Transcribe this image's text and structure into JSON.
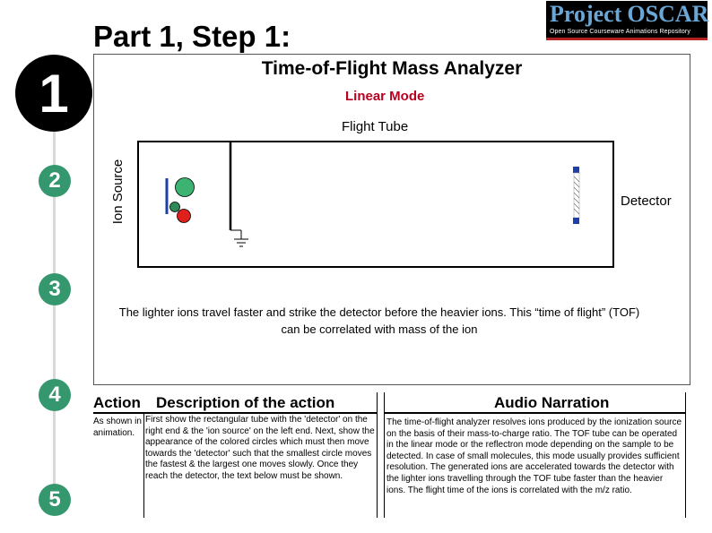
{
  "page_title": "Part 1, Step 1:",
  "logo": {
    "word1": "Project",
    "word2": "OSCAR",
    "tagline": "Open Source Courseware Animations Repository"
  },
  "steps": [
    "1",
    "2",
    "3",
    "4",
    "5"
  ],
  "diagram": {
    "title": "Time-of-Flight Mass Analyzer",
    "mode": "Linear Mode",
    "tube_label": "Flight Tube",
    "source_label": "Ion Source",
    "detector_label": "Detector",
    "caption": "The lighter ions travel faster and strike the detector before the heavier ions. This “time of flight” (TOF) can be correlated with mass of the ion",
    "colors": {
      "ion_small": "#2e8b57",
      "ion_large": "#3cb371",
      "ion_red": "#e0201b",
      "source_plate": "#1f3fa8",
      "detector": "#1f3fa8"
    }
  },
  "table": {
    "col1_header": "Action",
    "col2_header": "Description of the action",
    "col3_header": "Audio Narration",
    "action": "As shown in animation.",
    "description": "First show the rectangular tube with the 'detector' on the right end & the 'ion source' on the left end. Next, show the appearance of the colored circles which must then move towards the 'detector' such that the smallest circle moves the fastest & the largest one moves slowly. Once they reach the detector, the text below must be shown.",
    "narration": "The time-of-flight analyzer resolves ions produced by the ionization source on the basis of their mass-to-charge ratio. The TOF tube can be operated in the linear mode or the reflectron mode depending on the sample to be detected. In case of small molecules, this mode usually provides sufficient resolution. The generated ions are accelerated towards the detector with the lighter ions travelling through the TOF tube faster than the heavier ions. The flight time of the ions is correlated with the m/z ratio."
  }
}
